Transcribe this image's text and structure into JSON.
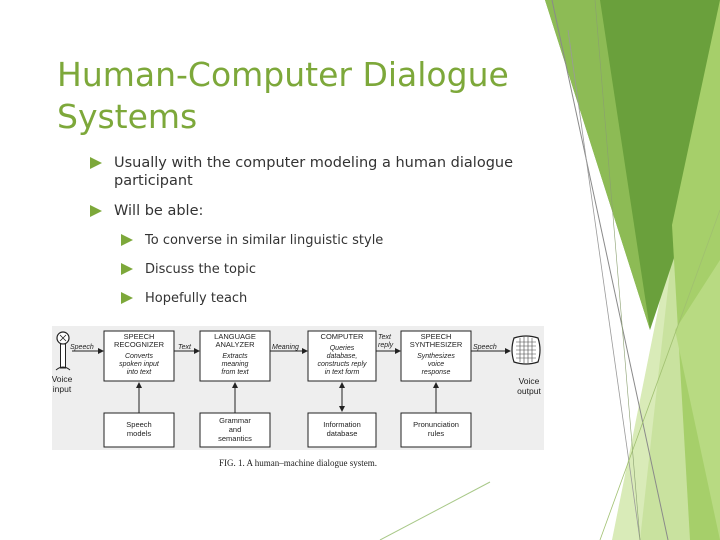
{
  "slide": {
    "title": "Human-Computer Dialogue Systems",
    "accent_color": "#7da83a",
    "bullets": [
      {
        "level": 1,
        "text": "Usually with the computer modeling a human dialogue participant"
      },
      {
        "level": 1,
        "text": "Will be able:"
      },
      {
        "level": 2,
        "text": "To converse in similar linguistic style"
      },
      {
        "level": 2,
        "text": "Discuss the topic"
      },
      {
        "level": 2,
        "text": "Hopefully teach"
      }
    ],
    "bullet_icon": "triangle-right-icon"
  },
  "figure": {
    "modules": [
      {
        "title_lines": [
          "SPEECH",
          "RECOGNIZER"
        ],
        "desc_lines": [
          "Converts",
          "spoken input",
          "into text"
        ]
      },
      {
        "title_lines": [
          "LANGUAGE",
          "ANALYZER"
        ],
        "desc_lines": [
          "Extracts",
          "meaning",
          "from text"
        ]
      },
      {
        "title_lines": [
          "COMPUTER"
        ],
        "desc_lines": [
          "Queries",
          "database,",
          "constructs reply",
          "in text form"
        ]
      },
      {
        "title_lines": [
          "SPEECH",
          "SYNTHESIZER"
        ],
        "desc_lines": [
          "Synthesizes",
          "voice",
          "response"
        ]
      }
    ],
    "resources": [
      {
        "lines": [
          "Speech",
          "models"
        ]
      },
      {
        "lines": [
          "Grammar",
          "and",
          "semantics"
        ]
      },
      {
        "lines": [
          "Information",
          "database"
        ]
      },
      {
        "lines": [
          "Pronunciation",
          "rules"
        ]
      }
    ],
    "flow_labels": {
      "speech_in": "Speech",
      "text": "Text",
      "meaning": "Meaning",
      "text_reply": [
        "Text",
        "reply"
      ],
      "speech_out": "Speech"
    },
    "voice_input": [
      "Voice",
      "input"
    ],
    "voice_output": [
      "Voice",
      "output"
    ],
    "caption": "FIG. 1.   A human–machine dialogue system.",
    "microphone_icon": "microphone-icon",
    "speaker_icon": "speaker-icon"
  }
}
